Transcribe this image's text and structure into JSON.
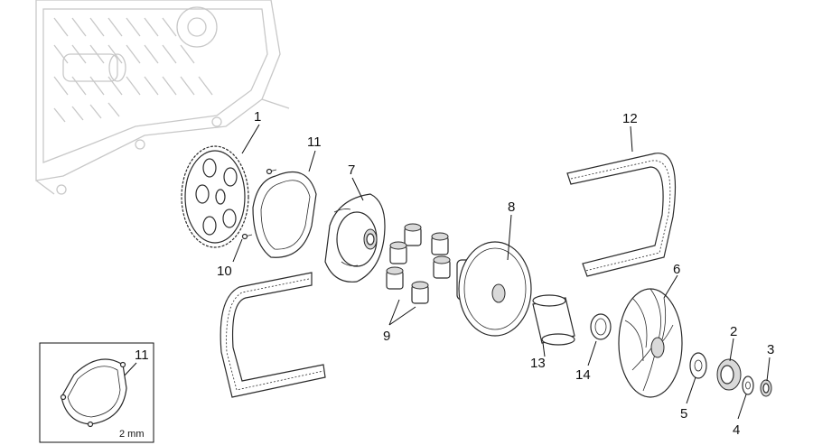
{
  "callouts": {
    "c1": "1",
    "c2": "2",
    "c3": "3",
    "c4": "4",
    "c5": "5",
    "c6": "6",
    "c7": "7",
    "c8": "8",
    "c9": "9",
    "c10": "10",
    "c11": "11",
    "c12": "12",
    "c13": "13",
    "c14": "14"
  },
  "inset": {
    "callout": "11",
    "thickness": "2 mm"
  },
  "colors": {
    "line": "#2a2a2a",
    "ghost": "#c8c8c8",
    "shade": "#d9d9d9"
  }
}
